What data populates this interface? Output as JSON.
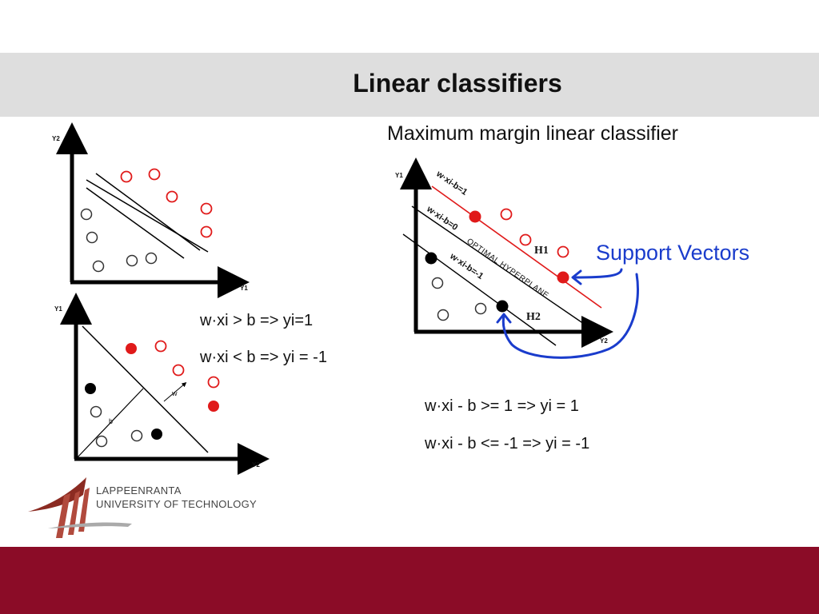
{
  "slide": {
    "title": "Linear classifiers",
    "subtitle": "Maximum margin linear classifier"
  },
  "equations_left": [
    "w·xi > b => yi=1",
    "w·xi < b => yi = -1"
  ],
  "equations_right": [
    "w·xi - b >= 1 => yi = 1",
    "w·xi - b <= -1 => yi = -1"
  ],
  "diagram1": {
    "y_axis": "Y2",
    "x_axis": "Y1"
  },
  "diagram2": {
    "y_axis": "Y1",
    "x_axis": "Y2",
    "w_label": "w",
    "b_label": "b"
  },
  "diagram3": {
    "y_axis": "Y1",
    "x_axis": "Y2",
    "line_top": "w·xi-b=1",
    "line_mid": "w·xi-b=0",
    "line_bot": "w·xi-b=-1",
    "h1": "H1",
    "h2": "H2",
    "hyperplane": "OPTIMAL HYPERPLANE",
    "support_vectors": "Support Vectors"
  },
  "logo": {
    "line1": "LAPPEENRANTA",
    "line2": "UNIVERSITY OF TECHNOLOGY"
  },
  "colors": {
    "accent": "#8b0c27",
    "red_point": "#e01a1a",
    "annotation_blue": "#1a3ccc"
  }
}
